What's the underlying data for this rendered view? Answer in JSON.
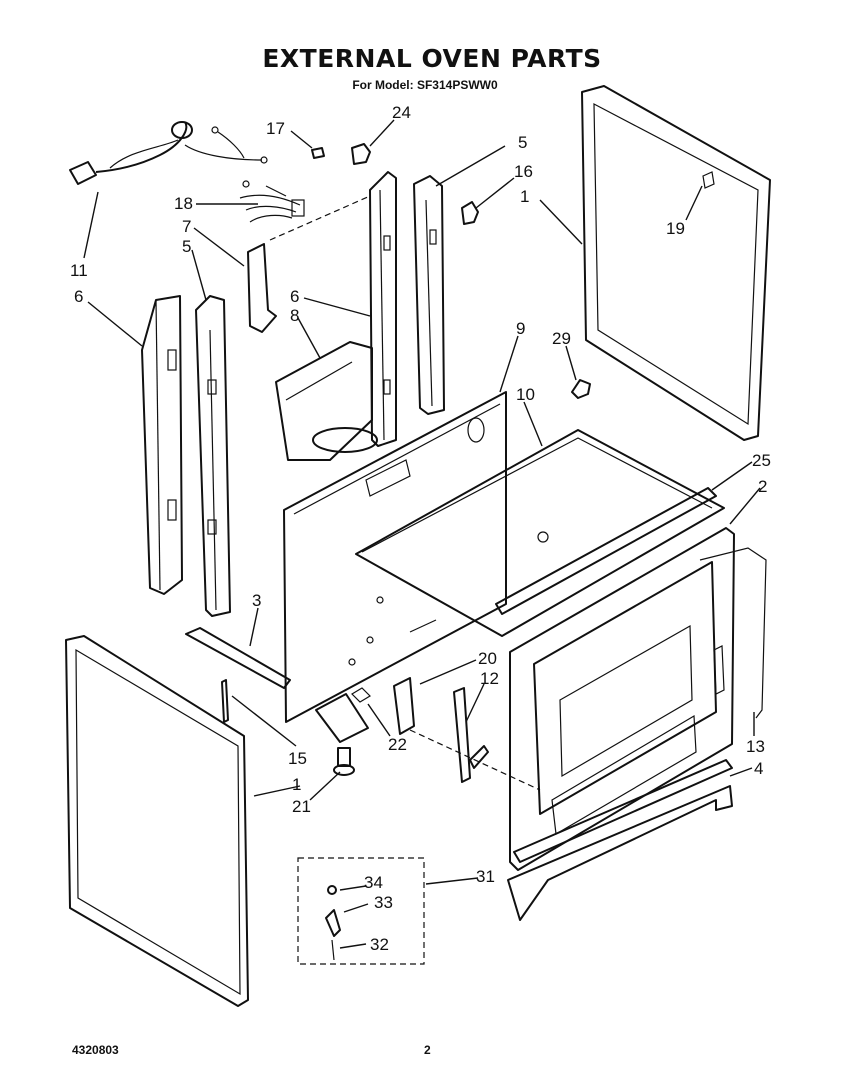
{
  "title": "EXTERNAL OVEN PARTS",
  "subtitle": "For Model: SF314PSWW0",
  "footer": {
    "doc_number": "4320803",
    "page": "2"
  },
  "callouts": {
    "c17": "17",
    "c24": "24",
    "c5a": "5",
    "c16": "16",
    "c1a": "1",
    "c19": "19",
    "c18": "18",
    "c7": "7",
    "c11": "11",
    "c5b": "5",
    "c6a": "6",
    "c6b": "6",
    "c8": "8",
    "c9": "9",
    "c29": "29",
    "c10": "10",
    "c25": "25",
    "c2": "2",
    "c3": "3",
    "c20": "20",
    "c12": "12",
    "c15": "15",
    "c22": "22",
    "c13": "13",
    "c1b": "1",
    "c21": "21",
    "c4": "4",
    "c34": "34",
    "c33": "33",
    "c31": "31",
    "c32": "32"
  }
}
